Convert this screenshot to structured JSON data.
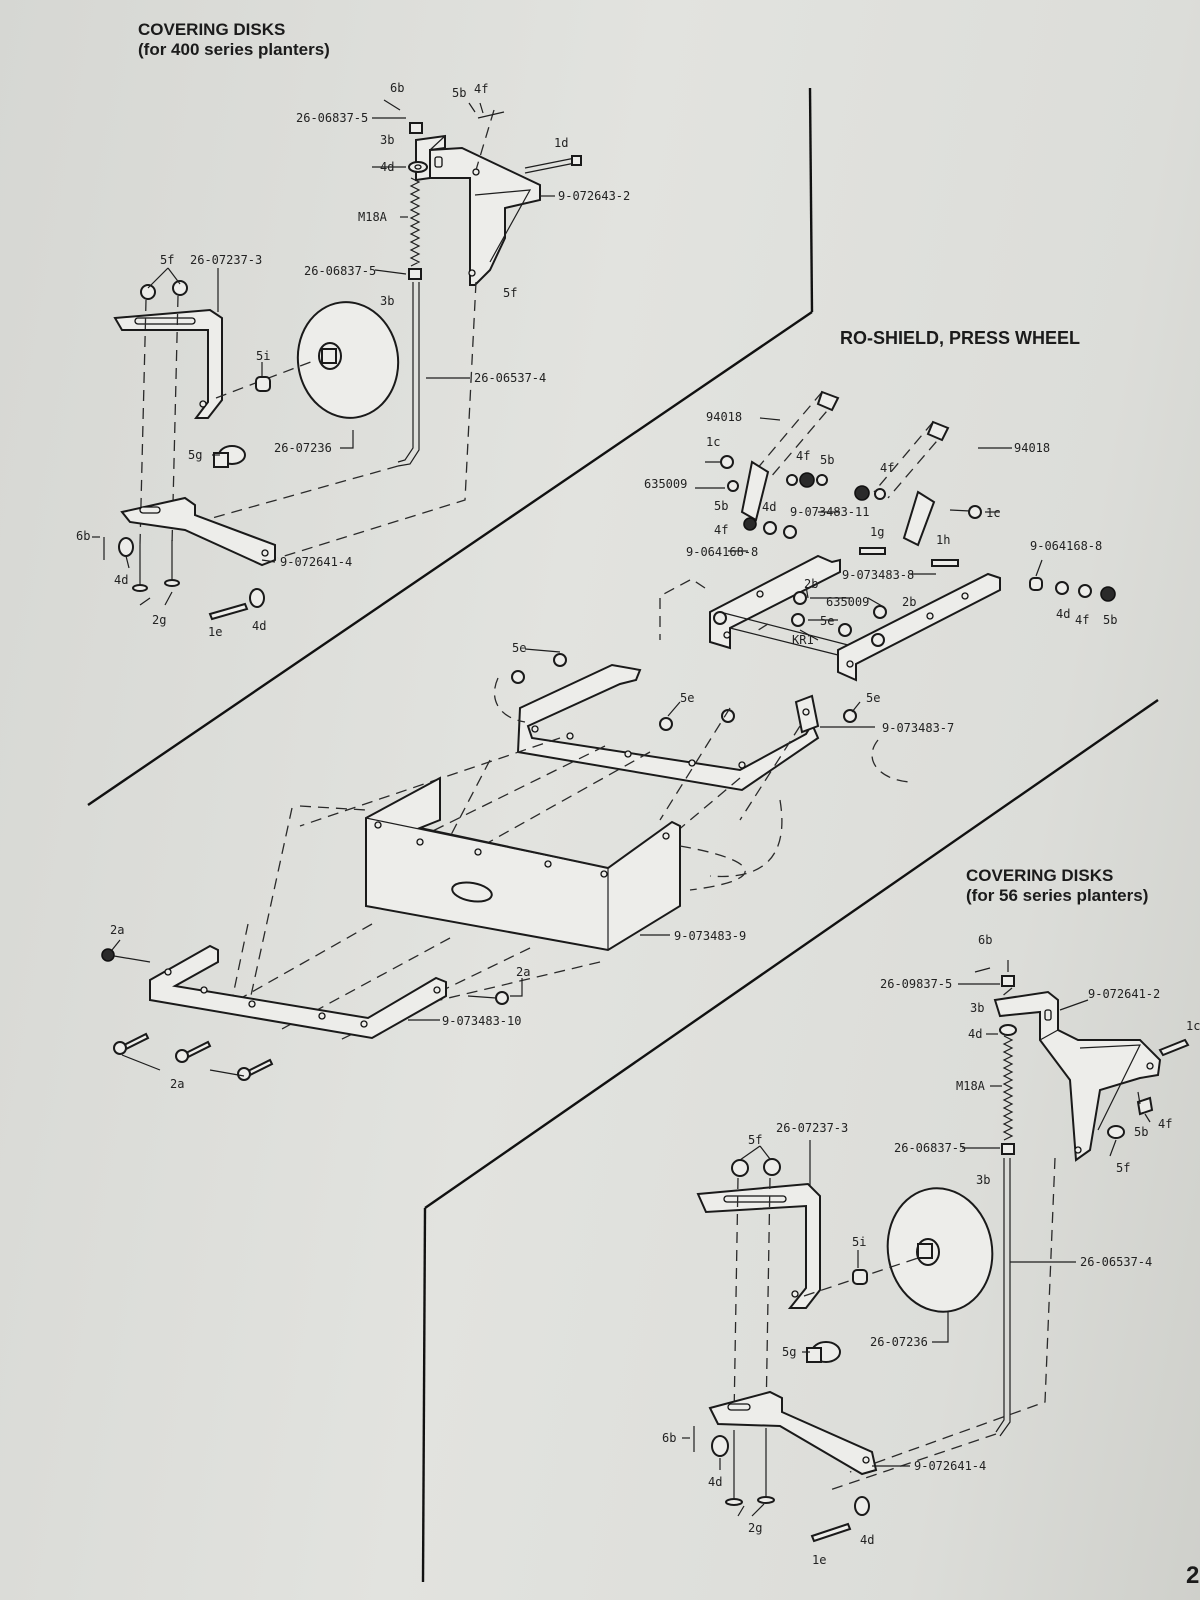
{
  "titles": {
    "covering_400": {
      "line1": "COVERING DISKS",
      "line2": "(for 400 series planters)"
    },
    "roshield": "RO-SHIELD, PRESS WHEEL",
    "covering_56": {
      "line1": "COVERING DISKS",
      "line2": "(for 56 series planters)"
    }
  },
  "page_number": "2",
  "labels_400": {
    "l6b": "6b",
    "l5b": "5b",
    "l4f": "4f",
    "l268375a": "26-06837-5",
    "l3b": "3b",
    "l1d": "1d",
    "l4d": "4d",
    "l90726432": "9-072643-2",
    "m18a": "M18A",
    "l5f": "5f",
    "l260723731": "26-07237-3",
    "l268375b": "26-06837-5",
    "l3bb": "3b",
    "l5fb": "5f",
    "l5i": "5i",
    "l265374": "26-06537-4",
    "l5g": "5g",
    "l2607236": "26-07236",
    "l6bb": "6b",
    "l90726414": "9-072641-4",
    "l4db": "4d",
    "l2g": "2g",
    "l1e": "1e",
    "l4dc": "4d"
  },
  "labels_ro": {
    "l94018a": "94018",
    "l94018b": "94018",
    "l1c": "1c",
    "l4f": "4f",
    "l5b": "5b",
    "l4fb": "4f",
    "l635009": "635009",
    "l5bb": "5b",
    "l4d": "4d",
    "l907348311": "9-073483-11",
    "l1cb": "1c",
    "l4fc": "4f",
    "l1g": "1g",
    "l1h": "1h",
    "l90641688a": "9-064168-8",
    "l90641688b": "9-064168-8",
    "l9073483_8": "9-073483-8",
    "l2b": "2b",
    "l635009b": "635009",
    "l2bb": "2b",
    "l5e": "5e",
    "kr1": "KR1",
    "l4dd": "4d",
    "l4fd": "4f",
    "l5bc": "5b",
    "l5ea": "5e",
    "l5eb": "5e",
    "l5ec": "5e",
    "l9073483_7": "9-073483-7",
    "l9073483_9": "9-073483-9",
    "l2a": "2a",
    "l2ab": "2a",
    "l2ac": "2a",
    "l9073483_10": "9-073483-10"
  },
  "labels_56": {
    "l6b": "6b",
    "l2609837": "26-09837-5",
    "l3b": "3b",
    "l9072641_2": "9-072641-2",
    "l1c": "1c",
    "l4d": "4d",
    "m18a": "M18A",
    "l4f": "4f",
    "l5b": "5b",
    "l5f": "5f",
    "l2607237": "26-07237-3",
    "l5fb": "5f",
    "l268375": "26-06837-5",
    "l3bb": "3b",
    "l5i": "5i",
    "l265374": "26-06537-4",
    "l5g": "5g",
    "l2607236": "26-07236",
    "l6bb": "6b",
    "l9072641_4": "9-072641-4",
    "l4db": "4d",
    "l2g": "2g",
    "l1e": "1e",
    "l4dc": "4d"
  }
}
